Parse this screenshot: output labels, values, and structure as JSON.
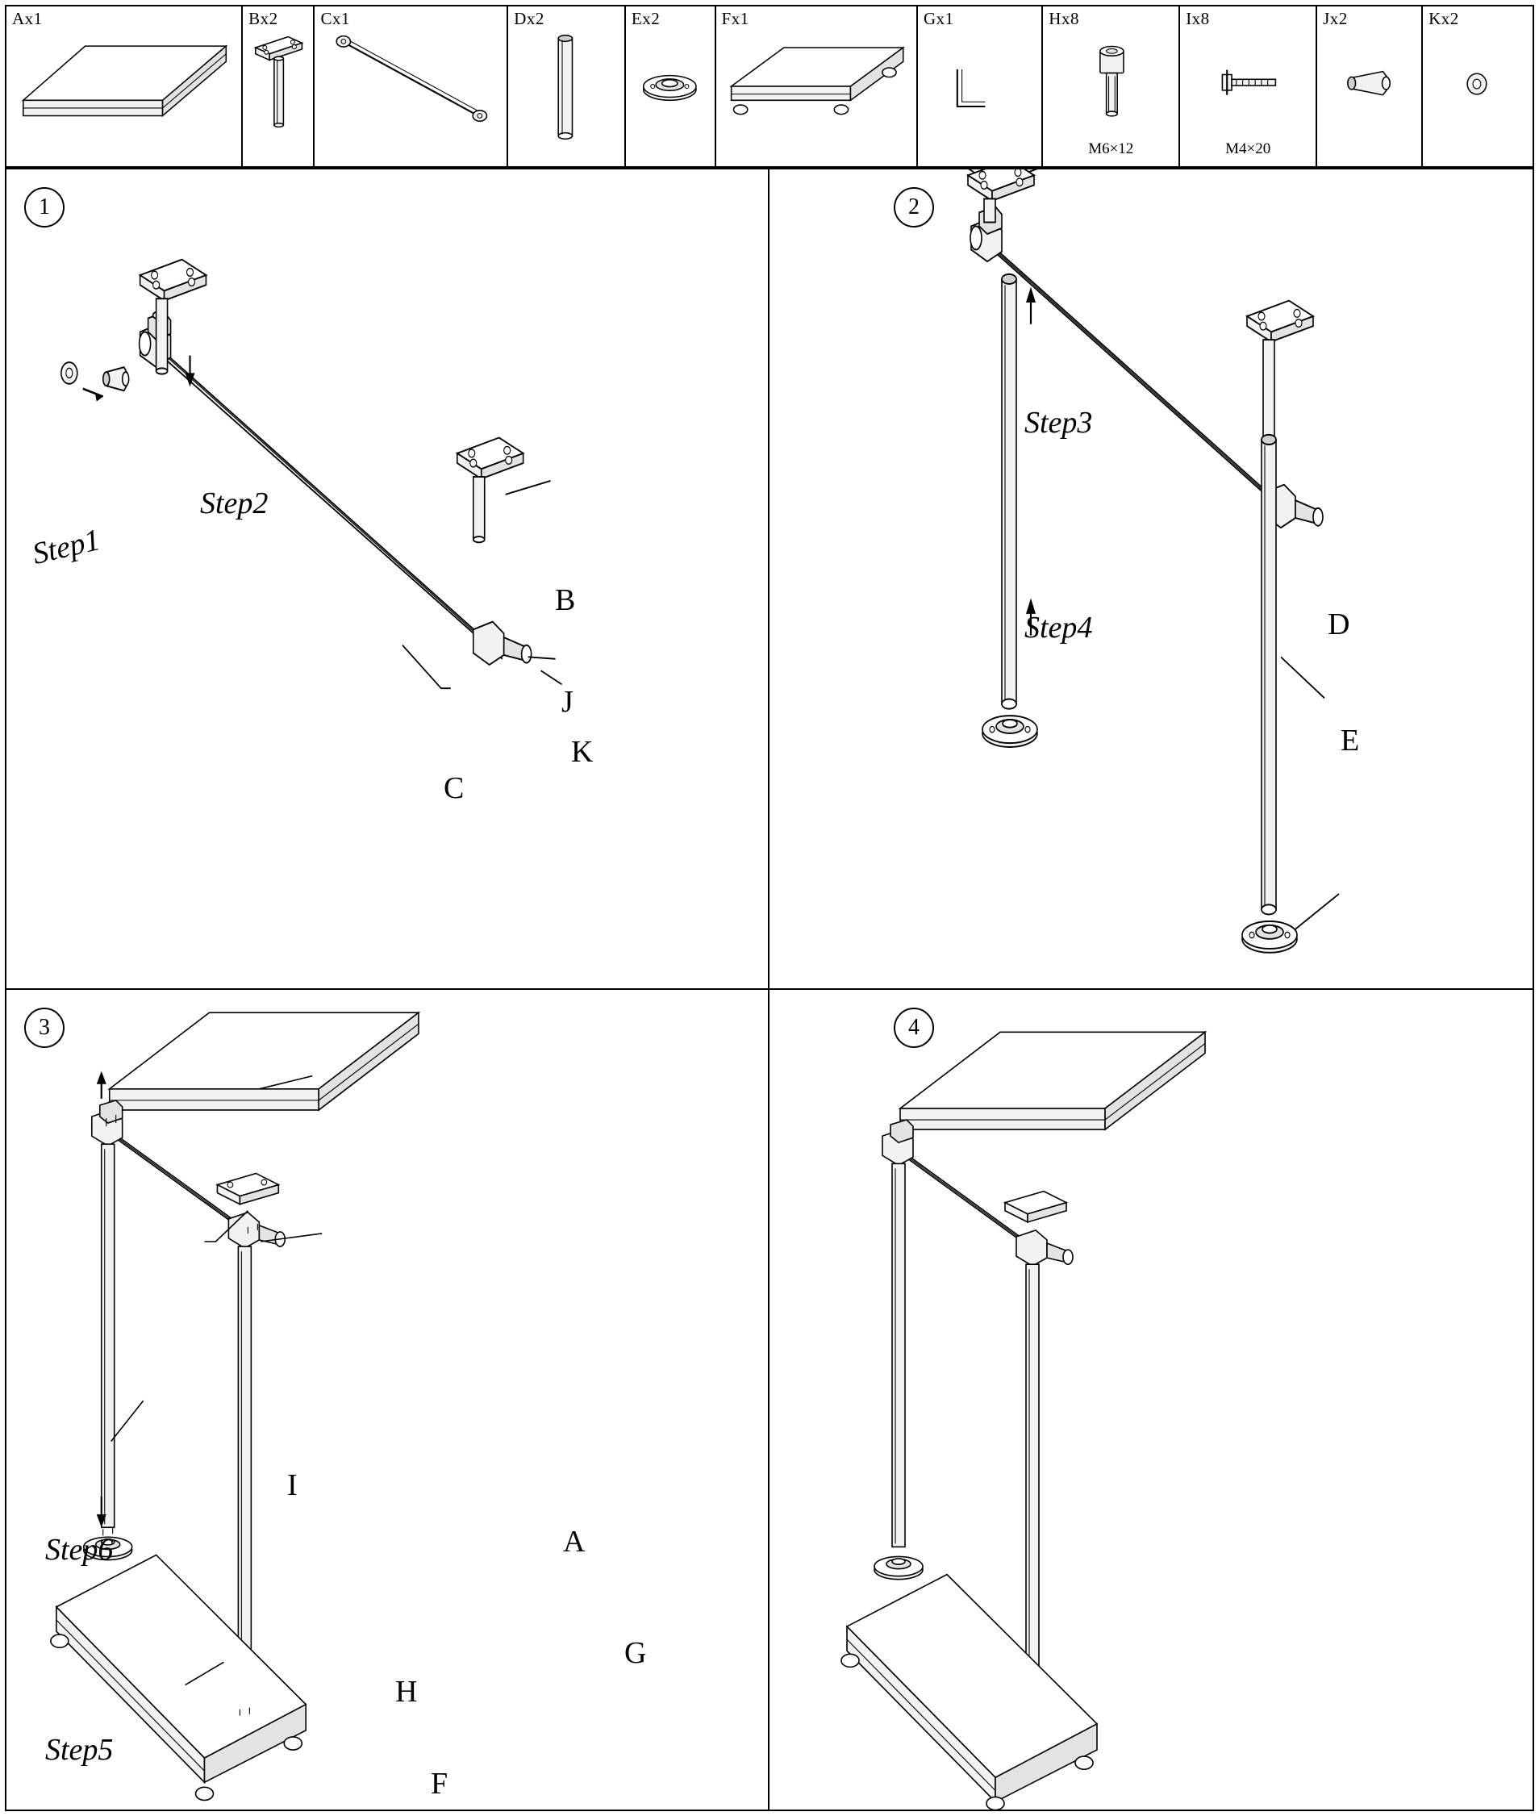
{
  "parts": [
    {
      "code": "Ax1",
      "spec": "",
      "icon": "panel-board-thick"
    },
    {
      "code": "Bx2",
      "spec": "",
      "icon": "flange-post-short"
    },
    {
      "code": "Cx1",
      "spec": "",
      "icon": "long-rod"
    },
    {
      "code": "Dx2",
      "spec": "",
      "icon": "vertical-pipe"
    },
    {
      "code": "Ex2",
      "spec": "",
      "icon": "round-floor-flange"
    },
    {
      "code": "Fx1",
      "spec": "",
      "icon": "panel-board-with-casters"
    },
    {
      "code": "Gx1",
      "spec": "",
      "icon": "allen-key"
    },
    {
      "code": "Hx8",
      "spec": "M6×12",
      "icon": "hex-socket-bolt"
    },
    {
      "code": "Ix8",
      "spec": "M4×20",
      "icon": "flat-head-screw"
    },
    {
      "code": "Jx2",
      "spec": "",
      "icon": "short-connector-sleeve"
    },
    {
      "code": "Kx2",
      "spec": "",
      "icon": "small-nut"
    }
  ],
  "steps": [
    {
      "number": "1",
      "labels": [
        {
          "id": "step1",
          "text": "Step1"
        },
        {
          "id": "step2",
          "text": "Step2"
        },
        {
          "id": "partB",
          "text": "B"
        },
        {
          "id": "partC",
          "text": "C"
        },
        {
          "id": "partJ",
          "text": "J"
        },
        {
          "id": "partK",
          "text": "K"
        }
      ]
    },
    {
      "number": "2",
      "labels": [
        {
          "id": "step3",
          "text": "Step3"
        },
        {
          "id": "step4",
          "text": "Step4"
        },
        {
          "id": "partD",
          "text": "D"
        },
        {
          "id": "partE",
          "text": "E"
        }
      ]
    },
    {
      "number": "3",
      "labels": [
        {
          "id": "step5",
          "text": "Step5"
        },
        {
          "id": "step6",
          "text": "Step6"
        },
        {
          "id": "partA",
          "text": "A"
        },
        {
          "id": "partF",
          "text": "F"
        },
        {
          "id": "partG",
          "text": "G"
        },
        {
          "id": "partH",
          "text": "H"
        },
        {
          "id": "partI",
          "text": "I"
        }
      ]
    },
    {
      "number": "4",
      "labels": []
    }
  ]
}
